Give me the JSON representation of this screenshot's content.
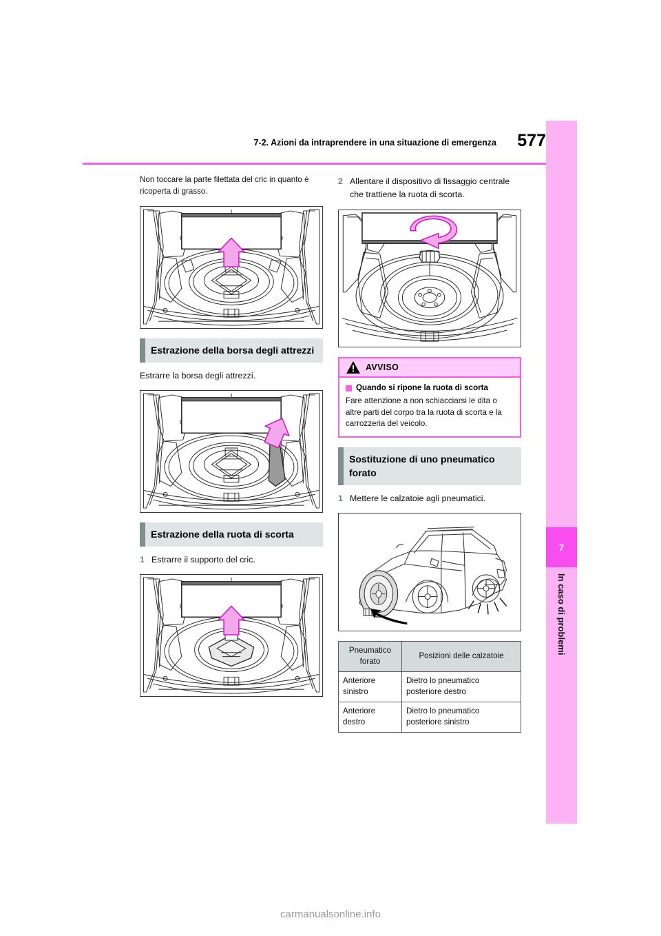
{
  "header": {
    "section_title": "7-2. Azioni da intraprendere in una situazione di emergenza",
    "page_number": "577",
    "rule_color": "#f95bef"
  },
  "side_tab": {
    "chapter_number": "7",
    "chapter_label": "In caso di problemi",
    "band_color": "#fbb3f6",
    "block_color": "#fa4df0"
  },
  "left_column": {
    "intro_paragraph": "Non toccare la parte filettata del cric in quanto è ricoperta di grasso.",
    "figure_1": {
      "name": "trunk-spare-tire-cover-up-arrow",
      "caption": ""
    },
    "heading_1": "Estrazione della borsa degli attrezzi",
    "instruction_1": "Estrarre la borsa degli attrezzi.",
    "figure_2": {
      "name": "trunk-tool-bag-up-arrow",
      "caption": ""
    },
    "heading_2": "Estrazione della ruota di scorta",
    "steps": [
      {
        "num": "1",
        "text": "Estrarre il supporto del cric."
      }
    ],
    "figure_3": {
      "name": "trunk-jack-holder-up-arrow",
      "caption": ""
    }
  },
  "right_column": {
    "steps_top": [
      {
        "num": "2",
        "text": "Allentare il dispositivo di fissaggio centrale che trattiene la ruota di scorta."
      }
    ],
    "figure_4": {
      "name": "spare-tire-center-bolt-rotate-arrow",
      "caption": ""
    },
    "warning": {
      "title": "AVVISO",
      "icon": "warning-triangle-icon",
      "subtitle": "Quando si ripone la ruota di scorta",
      "body": "Fare attenzione a non schiacciarsi le dita o altre parti del corpo tra la ruota di scorta e la carrozzeria del veicolo.",
      "border_color": "#f95bef",
      "header_bg": "#ffccfb",
      "bullet_color": "#f95bef"
    },
    "heading_1": "Sostituzione di uno pneumatico forato",
    "steps_bottom": [
      {
        "num": "1",
        "text": "Mettere le calzatoie agli pneumatici."
      }
    ],
    "figure_5": {
      "name": "suv-flat-tire-wheel-removal",
      "caption": ""
    },
    "table": {
      "headers": [
        "Pneumatico forato",
        "Posizioni delle calzatoie"
      ],
      "rows": [
        [
          "Anteriore sinistro",
          "Dietro lo pneumatico posteriore destro"
        ],
        [
          "Anteriore destro",
          "Dietro lo pneumatico posteriore sinistro"
        ]
      ],
      "header_bg": "#d5dada"
    }
  },
  "footer": {
    "watermark": "carmanualsonline.info"
  },
  "theme": {
    "heading_bg": "#dfe4e4",
    "heading_accent": "#7e8d8d",
    "step_number_color": "#6b7f80",
    "arrow_fill": "#f4a8ec",
    "arrow_stroke": "#d217c5"
  }
}
